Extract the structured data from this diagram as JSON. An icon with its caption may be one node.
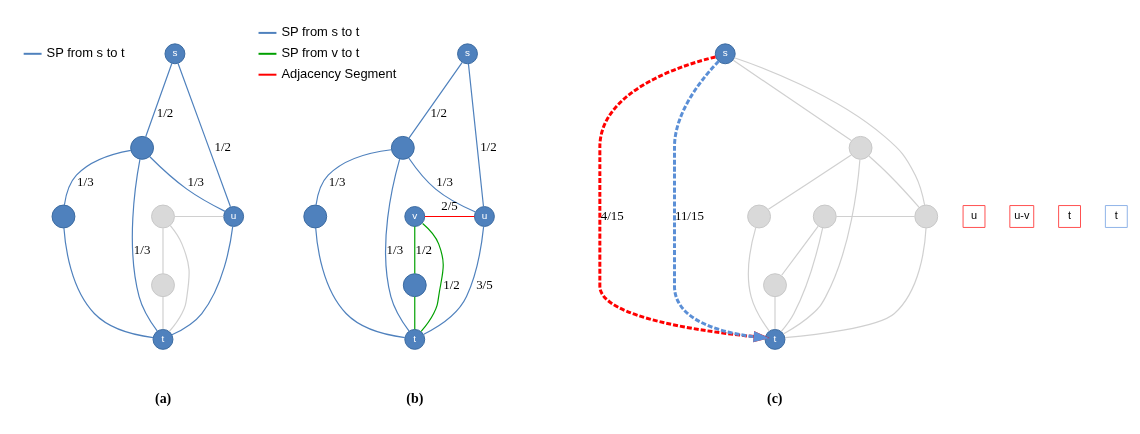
{
  "diagram": {
    "nodes": [
      {
        "text": [
          "s"
        ]
      },
      {
        "text": [],
        "shape": "circle"
      },
      {
        "text": [
          "u"
        ]
      },
      {
        "text": [],
        "shape": "circle"
      },
      {
        "text": [],
        "shape": "circle"
      },
      {
        "text": [],
        "shape": "circle"
      },
      {
        "text": [
          "t"
        ]
      },
      {
        "text": [
          "s"
        ]
      },
      {
        "text": [],
        "shape": "circle"
      },
      {
        "text": [
          "u"
        ]
      },
      {
        "text": [],
        "shape": "circle"
      },
      {
        "text": [
          "v"
        ]
      },
      {
        "text": [],
        "shape": "circle"
      },
      {
        "text": [
          "t"
        ]
      },
      {
        "text": [
          "s"
        ]
      },
      {
        "text": [],
        "shape": "circle"
      },
      {
        "text": [],
        "shape": "circle"
      },
      {
        "text": [],
        "shape": "circle"
      },
      {
        "text": [],
        "shape": "circle"
      },
      {
        "text": [],
        "shape": "circle"
      },
      {
        "text": [
          "t"
        ]
      },
      {
        "text": [
          "u"
        ]
      },
      {
        "text": [
          "u-v"
        ]
      },
      {
        "text": [
          "t"
        ]
      },
      {
        "text": [
          "t"
        ]
      }
    ],
    "edges": [
      {
        "from": 0,
        "to": 2,
        "arrow": "none",
        "label": "1/2",
        "color": "#4f81bd"
      },
      {
        "from": 0,
        "to": 1,
        "arrow": "none",
        "label": "1/2",
        "color": "#4f81bd"
      },
      {
        "from": 1,
        "to": 2,
        "arrow": "none",
        "label": "1/3",
        "color": "#4f81bd"
      },
      {
        "from": 1,
        "to": 6,
        "arrow": "none",
        "label": "1/3",
        "color": "#4f81bd"
      },
      {
        "from": 1,
        "to": 3,
        "arrow": "none",
        "label": "1/3",
        "color": "#4f81bd"
      },
      {
        "from": 2,
        "to": 6,
        "arrow": "none",
        "color": "#4f81bd"
      },
      {
        "from": 3,
        "to": 6,
        "arrow": "none",
        "color": "#4f81bd"
      },
      {
        "from": 4,
        "to": 2,
        "arrow": "none"
      },
      {
        "from": 4,
        "to": 6,
        "arrow": "none"
      },
      {
        "from": 4,
        "to": 5,
        "arrow": "none"
      },
      {
        "from": 5,
        "to": 6,
        "arrow": "none"
      },
      {
        "from": 7,
        "to": 9,
        "arrow": "none",
        "label": "1/2",
        "color": "#4f81bd"
      },
      {
        "from": 7,
        "to": 8,
        "arrow": "none",
        "label": "1/2",
        "color": "#4f81bd"
      },
      {
        "from": 8,
        "to": 9,
        "arrow": "none",
        "label": "1/3",
        "color": "#4f81bd"
      },
      {
        "from": 8,
        "to": 13,
        "arrow": "none",
        "label": "1/3",
        "color": "#4f81bd"
      },
      {
        "from": 8,
        "to": 10,
        "arrow": "none",
        "label": "1/3",
        "color": "#4f81bd"
      },
      {
        "from": 9,
        "to": 13,
        "arrow": "none",
        "label": "3/5",
        "color": "#4f81bd"
      },
      {
        "from": 10,
        "to": 13,
        "arrow": "none",
        "color": "#4f81bd"
      },
      {
        "from": 11,
        "to": 9,
        "arrow": "none",
        "label": "2/5",
        "color": "#ff0000"
      },
      {
        "from": 11,
        "to": 12,
        "arrow": "none",
        "label": "1/2",
        "color": "#00a000"
      },
      {
        "from": 11,
        "to": 13,
        "arrow": "none",
        "label": "1/2",
        "color": "#00a000"
      },
      {
        "from": 12,
        "to": 13,
        "arrow": "none",
        "color": "#00a000"
      },
      {
        "from": 14,
        "to": 16,
        "arrow": "none"
      },
      {
        "from": 14,
        "to": 15,
        "arrow": "none"
      },
      {
        "from": 15,
        "to": 16,
        "arrow": "none"
      },
      {
        "from": 15,
        "to": 20,
        "arrow": "none"
      },
      {
        "from": 15,
        "to": 17,
        "arrow": "none"
      },
      {
        "from": 16,
        "to": 20,
        "arrow": "none"
      },
      {
        "from": 17,
        "to": 20,
        "arrow": "none"
      },
      {
        "from": 18,
        "to": 16,
        "arrow": "none"
      },
      {
        "from": 18,
        "to": 20,
        "arrow": "none"
      },
      {
        "from": 18,
        "to": 19,
        "arrow": "none"
      },
      {
        "from": 19,
        "to": 20,
        "arrow": "none"
      },
      {
        "from": 14,
        "to": 20,
        "arrow": "to",
        "label": "4/15",
        "style": "dashed",
        "color": "#ff0000"
      },
      {
        "from": 14,
        "to": 20,
        "arrow": "to",
        "label": "11/15",
        "style": "dashed",
        "color": "#5b8fd6"
      }
    ],
    "labels": [
      "(a)",
      "(b)",
      "(c)"
    ],
    "legend": [
      {
        "text": "SP from s to t"
      },
      {
        "text": "SP from s to t"
      },
      {
        "text": "SP from v to t"
      },
      {
        "text": "Adjacency Segment"
      }
    ]
  }
}
